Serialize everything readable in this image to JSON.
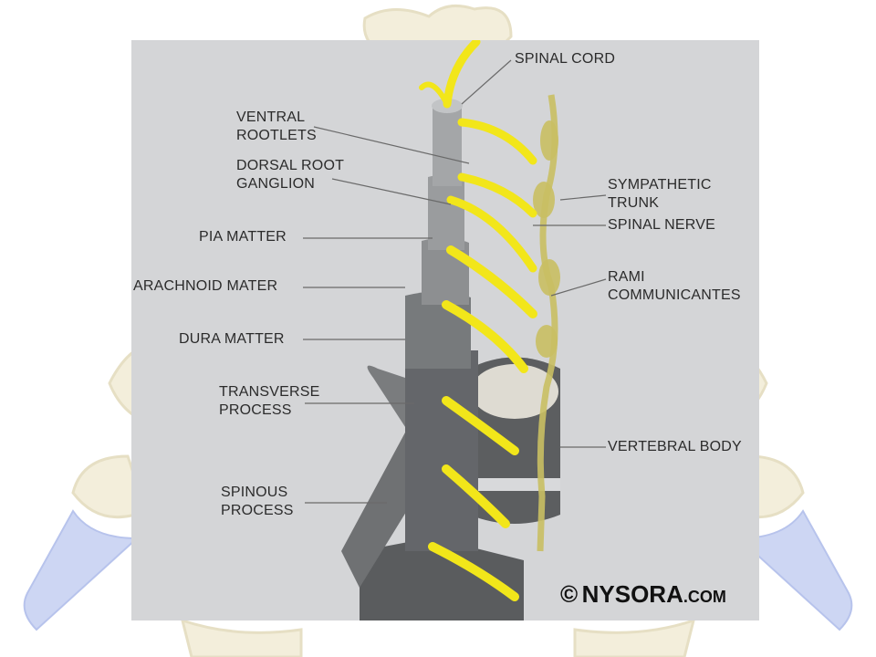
{
  "labels": {
    "spinal_cord": "SPINAL CORD",
    "ventral_rootlets": [
      "VENTRAL",
      "ROOTLETS"
    ],
    "dorsal_root_ganglion": [
      "DORSAL ROOT",
      "GANGLION"
    ],
    "pia_matter": "PIA MATTER",
    "arachnoid_mater": "ARACHNOID MATER",
    "dura_matter": "DURA MATTER",
    "transverse_process": [
      "TRANSVERSE",
      "PROCESS"
    ],
    "spinous_process": [
      "SPINOUS",
      "PROCESS"
    ],
    "sympathetic_trunk": [
      "SYMPATHETIC",
      "TRUNK"
    ],
    "spinal_nerve": "SPINAL NERVE",
    "rami_communicantes": [
      "RAMI",
      "COMMUNICANTES"
    ],
    "vertebral_body": "VERTEBRAL BODY"
  },
  "watermark": {
    "copyright_symbol": "©",
    "brand_main": "NYSORA",
    "brand_suffix": ".COM"
  },
  "colors": {
    "nerve": "#f2e61a",
    "sympathetic": "#c9bf63",
    "bone": "#5e6062",
    "cord": "#8a8c8e",
    "panel": "#d4d5d7",
    "bg_skeleton": "#f1ecd8",
    "bg_ribs": "#c9d3f2"
  }
}
